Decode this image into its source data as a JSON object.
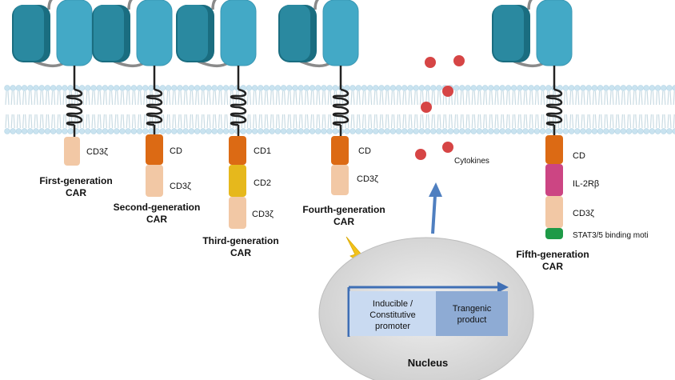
{
  "colors": {
    "receptor_dark": "#1a6d80",
    "receptor_light": "#43a9c6",
    "membrane_head": "#c9e3f0",
    "membrane_tail": "#c9dbe3",
    "cd3z": "#f2c8a5",
    "costim_orange": "#dc6a14",
    "costim_yellow": "#e6b81c",
    "il2rb": "#cc4583",
    "stat": "#1e9a47",
    "cytokine": "#d64545",
    "arrow": "#4f7fc0",
    "bolt": "#f2c21c",
    "nucleus": "#dadada",
    "promoter_box": "#c9daf1",
    "product_box": "#8eabd4"
  },
  "cars": [
    {
      "title_line1": "First-generation",
      "title_line2": "CAR",
      "domains": [
        {
          "name": "cd3z",
          "label": "CD3ζ"
        }
      ]
    },
    {
      "title_line1": "Second-generation",
      "title_line2": "CAR",
      "domains": [
        {
          "name": "costim",
          "label": "CD"
        },
        {
          "name": "cd3z",
          "label": "CD3ζ"
        }
      ]
    },
    {
      "title_line1": "Third-generation",
      "title_line2": "CAR",
      "domains": [
        {
          "name": "costim1",
          "label": "CD1"
        },
        {
          "name": "costim2",
          "label": "CD2"
        },
        {
          "name": "cd3z",
          "label": "CD3ζ"
        }
      ]
    },
    {
      "title_line1": "Fourth-generation",
      "title_line2": "CAR",
      "domains": [
        {
          "name": "costim",
          "label": "CD"
        },
        {
          "name": "cd3z",
          "label": "CD3ζ"
        }
      ]
    },
    {
      "title_line1": "Fifth-generation",
      "title_line2": "CAR",
      "domains": [
        {
          "name": "costim",
          "label": "CD"
        },
        {
          "name": "il2rb",
          "label": "IL-2Rβ"
        },
        {
          "name": "cd3z",
          "label": "CD3ζ"
        },
        {
          "name": "stat",
          "label": "STAT3/5 binding moti"
        }
      ]
    }
  ],
  "cytokines_label": "Cytokines",
  "nucleus": {
    "label": "Nucleus",
    "promoter_line1": "Inducible /",
    "promoter_line2": "Constitutive",
    "promoter_line3": "promoter",
    "product_line1": "Trangenic",
    "product_line2": "product"
  }
}
